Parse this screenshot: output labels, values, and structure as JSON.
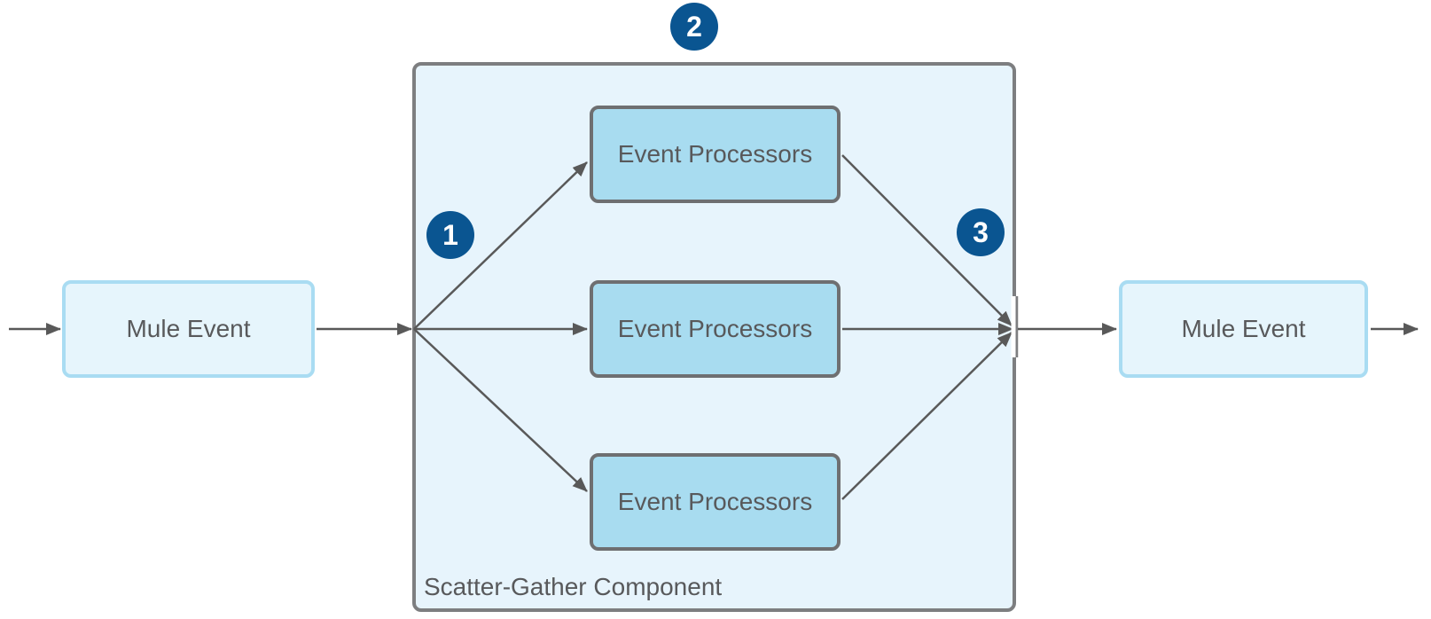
{
  "nodes": {
    "mule_event_left": "Mule Event",
    "event_processors_top": "Event Processors",
    "event_processors_middle": "Event Processors",
    "event_processors_bottom": "Event Processors",
    "mule_event_right": "Mule Event",
    "container_label": "Scatter-Gather Component"
  },
  "badges": {
    "scatter_step": "1",
    "component_step": "2",
    "gather_step": "3"
  },
  "colors": {
    "badge_blue": "#0A5591",
    "mule_event_fill": "#E6F5FC",
    "mule_event_border": "#A9DCF2",
    "processor_fill": "#A8DCF0",
    "processor_border": "#6E6F71",
    "container_fill": "#E7F4FC",
    "container_border": "#7D7E80",
    "arrow_gray": "#595959",
    "text_gray": "#58595B"
  }
}
